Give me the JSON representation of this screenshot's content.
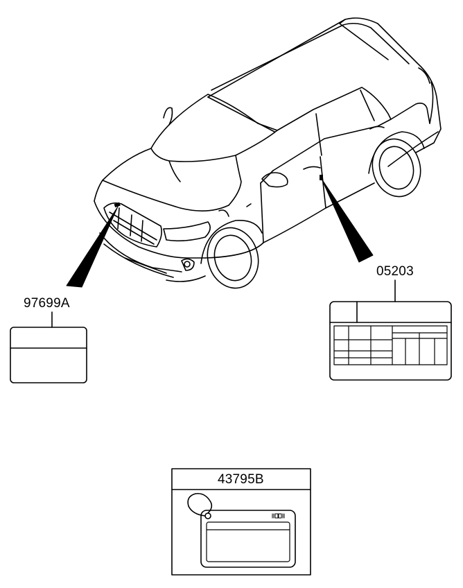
{
  "callouts": {
    "hood_label": "97699A",
    "door_label": "05203",
    "tag_label": "43795B"
  }
}
